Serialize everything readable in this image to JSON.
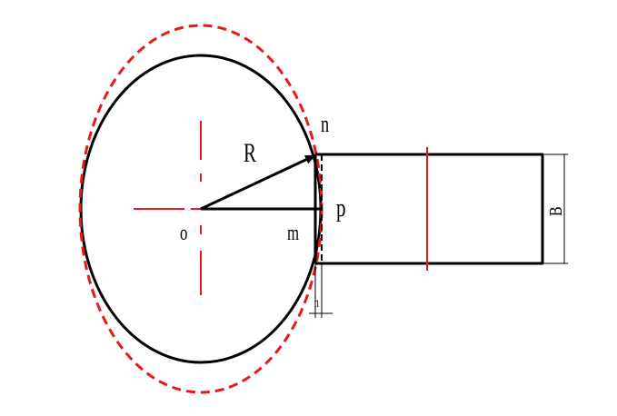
{
  "diagram": {
    "labels": {
      "n": "n",
      "R": "R",
      "p": "p",
      "o": "o",
      "m": "m",
      "h": "h",
      "B": "B"
    },
    "colors": {
      "ink": "#000000",
      "accent": "#e8191b"
    }
  }
}
